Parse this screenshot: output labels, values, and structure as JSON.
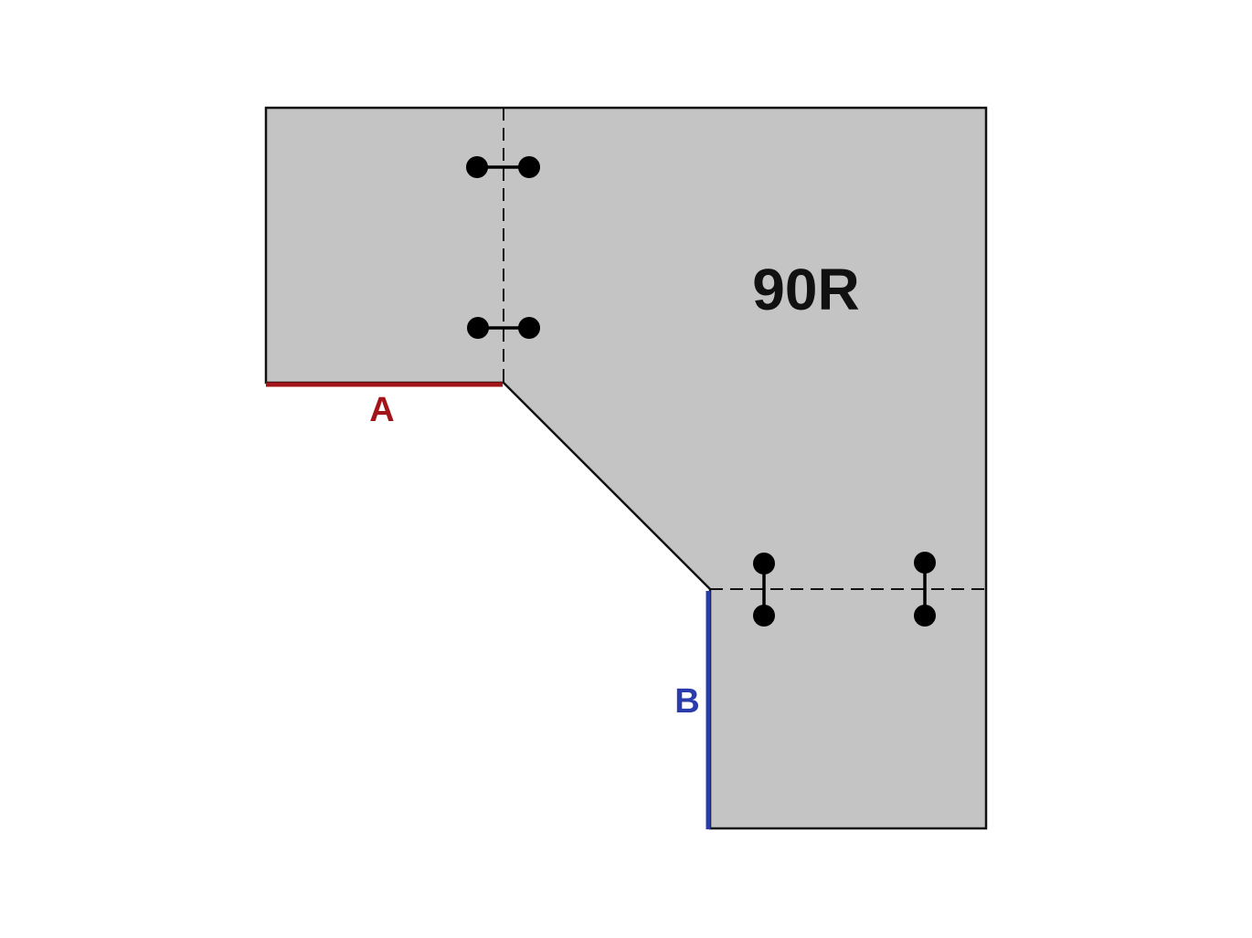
{
  "diagram": {
    "model_label": "90R",
    "edge_a_label": "A",
    "edge_b_label": "B"
  },
  "colors": {
    "panel_fill": "#c4c4c4",
    "outline": "#111111",
    "edge_a": "#a31419",
    "edge_b": "#2a3cac",
    "connector": "#000000"
  }
}
